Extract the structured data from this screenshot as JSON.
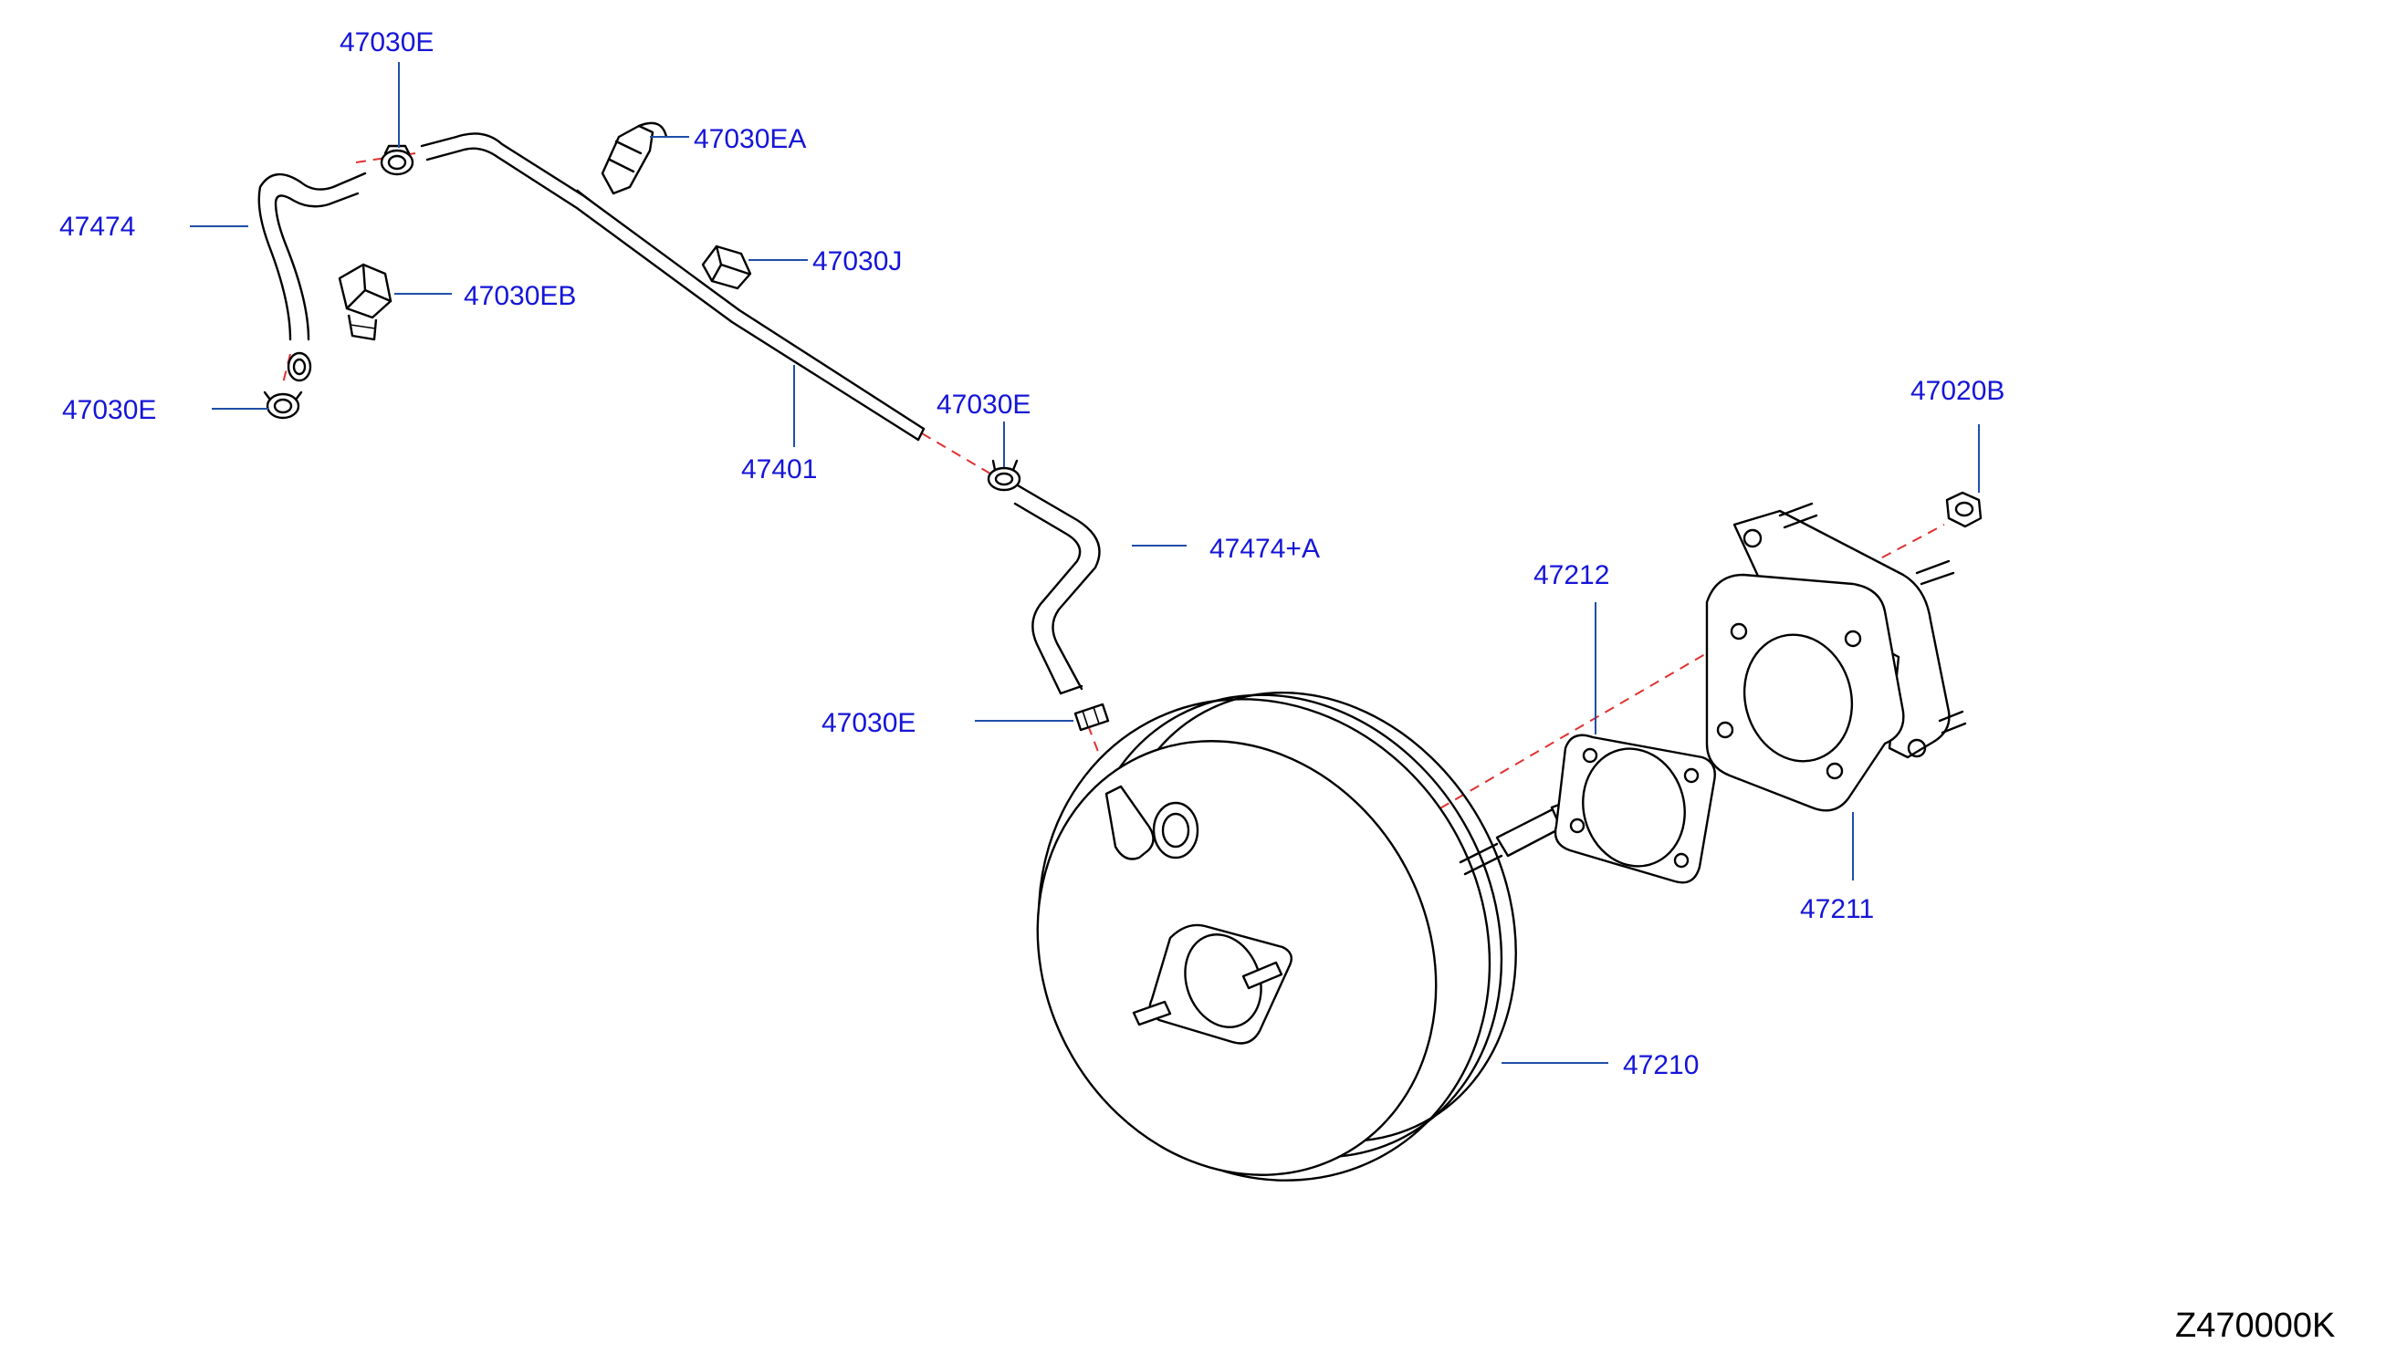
{
  "diagram": {
    "code": "Z470000K",
    "labels": {
      "clamp_top": "47030E",
      "clip_ea": "47030EA",
      "hose_left": "47474",
      "clip_j": "47030J",
      "clip_eb": "47030EB",
      "clamp_left": "47030E",
      "tube": "47401",
      "clamp_mid": "47030E",
      "nut": "47020B",
      "hose_right": "47474+A",
      "gasket": "47212",
      "clamp_low": "47030E",
      "spacer": "47211",
      "booster": "47210"
    }
  }
}
